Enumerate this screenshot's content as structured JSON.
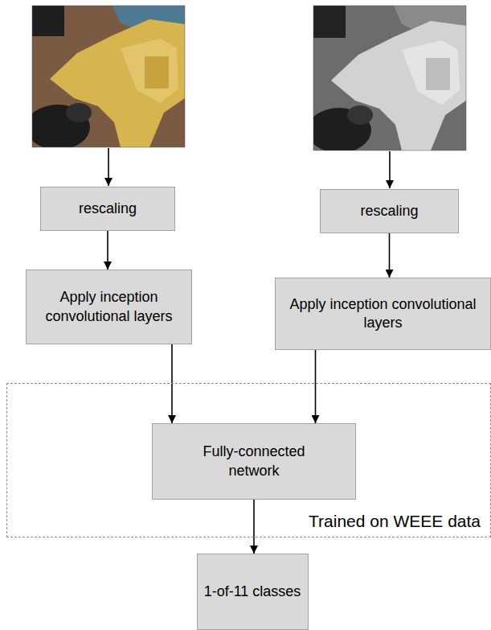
{
  "diagram": {
    "nodes": [
      {
        "text": [
          "rescaling"
        ]
      },
      {
        "text": [
          "rescaling"
        ]
      },
      {
        "text": [
          "Apply inception convolutional layers"
        ]
      },
      {
        "text": [
          "Apply inception convolutional layers"
        ]
      },
      {
        "text": [
          "Trained on WEEE data"
        ]
      },
      {
        "text": [
          "Fully-connected network"
        ],
        "in": 4
      },
      {
        "text": [
          "1-of-11 classes"
        ]
      }
    ],
    "edges": [
      {
        "from": 0,
        "to": 2,
        "arrow": "to"
      },
      {
        "from": 1,
        "to": 3,
        "arrow": "to"
      },
      {
        "from": 2,
        "to": 5,
        "arrow": "to"
      },
      {
        "from": 3,
        "to": 5,
        "arrow": "to"
      },
      {
        "from": 5,
        "to": 6,
        "arrow": "to"
      }
    ]
  }
}
